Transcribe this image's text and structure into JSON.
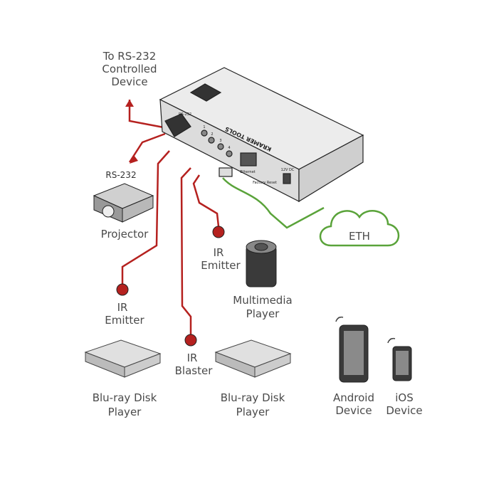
{
  "colors": {
    "cable_red": "#b5211f",
    "cable_green": "#5aa33a",
    "device_gray": "#e2e2e2",
    "outline": "#222222"
  },
  "device": {
    "brand": "KRAMER TOOLS",
    "port_rs232": "RS-232",
    "ir_ports": [
      "1",
      "2",
      "3",
      "4"
    ],
    "ethernet": "Ethernet",
    "factory_reset": "Factory Reset",
    "power": "12V DC"
  },
  "labels": {
    "rs232_device": [
      "To RS-232",
      "Controlled",
      "Device"
    ],
    "rs232": "RS-232",
    "projector": "Projector",
    "ir_emitter_1": [
      "IR",
      "Emitter"
    ],
    "ir_emitter_2": [
      "IR",
      "Emitter"
    ],
    "ir_blaster": [
      "IR",
      "Blaster"
    ],
    "multimedia_player": [
      "Multimedia",
      "Player"
    ],
    "eth": "ETH",
    "bluray_1": [
      "Blu-ray Disk",
      "Player"
    ],
    "bluray_2": [
      "Blu-ray Disk",
      "Player"
    ],
    "android": [
      "Android",
      "Device"
    ],
    "ios": [
      "iOS",
      "Device"
    ]
  }
}
